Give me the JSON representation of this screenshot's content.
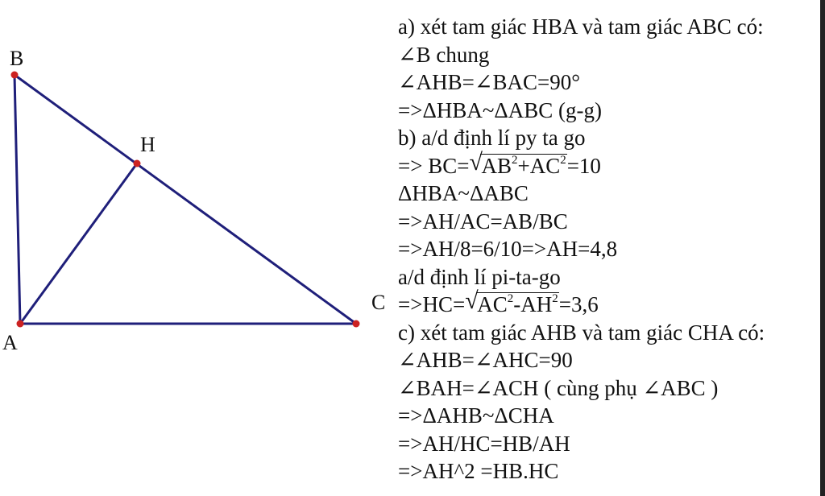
{
  "diagram": {
    "points": {
      "A": "A",
      "B": "B",
      "C": "C",
      "H": "H"
    },
    "colors": {
      "segment": "#1f1f7a",
      "vertex": "#cc2222"
    }
  },
  "solution": {
    "l1": "a) xét tam giác HBA và tam giác ABC có:",
    "l2": "∠B chung",
    "l3": "∠AHB=∠BAC=90°",
    "l4": "=>ΔHBA~ΔABC (g-g)",
    "l5": "b) a/d định lí py ta go",
    "l6_prefix": "=> BC=",
    "l6_radicand_a": "AB",
    "l6_exp_a": "2",
    "l6_op": "+AC",
    "l6_exp_b": "2",
    "l6_suffix": "=10",
    "l7": "ΔHBA~ΔABC",
    "l8": "=>AH/AC=AB/BC",
    "l9": "=>AH/8=6/10=>AH=4,8",
    "l10": "a/d định lí pi-ta-go",
    "l11_prefix": "=>HC=",
    "l11_radicand_a": "AC",
    "l11_exp_a": "2",
    "l11_op": "-AH",
    "l11_exp_b": "2",
    "l11_suffix": "=3,6",
    "l12": "c) xét tam giác AHB và tam giác CHA có:",
    "l13": "∠AHB=∠AHC=90",
    "l14": "∠BAH=∠ACH ( cùng phụ ∠ABC )",
    "l15": "=>ΔAHB~ΔCHA",
    "l16": "=>AH/HC=HB/AH",
    "l17": "=>AH^2 =HB.HC"
  }
}
